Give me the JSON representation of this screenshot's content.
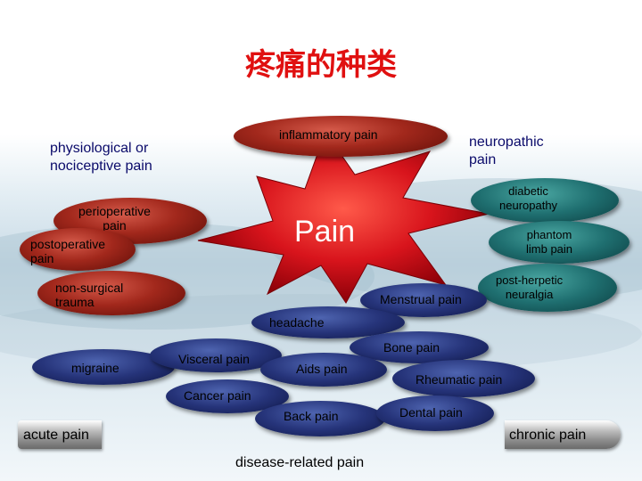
{
  "title": "疼痛的种类",
  "center": "Pain",
  "labels": {
    "physiological": "physiological or\nnociceptive pain",
    "neuropathic": "neuropathic\npain",
    "disease_related": "disease-related pain"
  },
  "nodes": {
    "inflammatory": "inflammatory pain",
    "perioperative": "perioperative\npain",
    "postoperative": "postoperative\npain",
    "non_surgical": "non-surgical\ntrauma",
    "diabetic": "diabetic\nneuropathy",
    "phantom": "phantom\nlimb pain",
    "post_herpetic": "post-herpetic\nneuralgia",
    "menstrual": "Menstrual pain",
    "headache": "headache",
    "bone": "Bone pain",
    "migraine": "migraine",
    "visceral": "Visceral pain",
    "aids": "Aids pain",
    "rheumatic": "Rheumatic pain",
    "cancer": "Cancer pain",
    "back": "Back pain",
    "dental": "Dental pain"
  },
  "axis": {
    "left": "acute pain",
    "right": "chronic pain"
  },
  "colors": {
    "title": "#e01010",
    "red_node": "#a2281c",
    "blue_node": "#26347a",
    "teal_node": "#1f6f70",
    "star": "#d8141c"
  }
}
